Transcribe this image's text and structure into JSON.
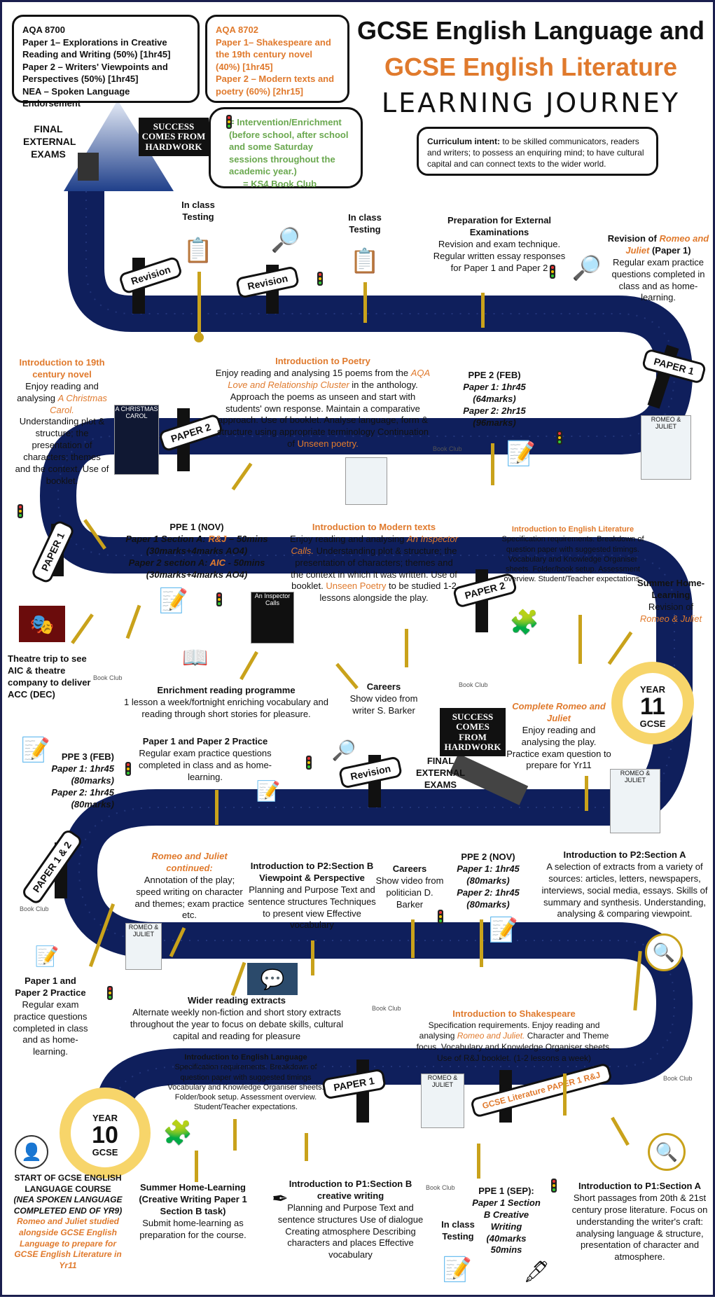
{
  "header": {
    "line1": "GCSE English Language and",
    "line2": "GCSE English Literature",
    "line3": "LEARNING JOURNEY"
  },
  "aqa_language": {
    "code": "AQA 8700",
    "p1": "Paper 1– Explorations in Creative Reading and Writing (50%) [1hr45]",
    "p2": "Paper 2 – Writers' Viewpoints and Perspectives (50%) [1hr45]",
    "nea": "NEA – Spoken Language Endorsement"
  },
  "aqa_literature": {
    "code": "AQA 8702",
    "p1": "Paper 1– Shakespeare and the 19th century novel (40%) [1hr45]",
    "p2": "Paper 2 – Modern texts and poetry (60%) [2hr15]"
  },
  "intervention": {
    "text": "= Intervention/Enrichment (before school, after school and some Saturday sessions throughout the academic year.)",
    "club": "= KS4 Book Club"
  },
  "curriculum": {
    "label": "Curriculum intent:",
    "text": "to be skilled communicators, readers and writers; to possess an enquiring mind; to have cultural capital and can connect texts to the wider world."
  },
  "motto": "SUCCESS COMES FROM HARDWORK",
  "book_club_label": "Book Club",
  "final_exams": "FINAL EXTERNAL EXAMS",
  "signs": {
    "revision": "Revision",
    "paper1": "PAPER 1",
    "paper2": "PAPER 2",
    "paper12": "PAPER 1 & 2",
    "lit_paper1": "GCSE Literature PAPER 1 R&J"
  },
  "year11": {
    "label": "YEAR",
    "num": "11",
    "sub": "GCSE"
  },
  "year10": {
    "label": "YEAR",
    "num": "10",
    "sub": "GCSE"
  },
  "row1": {
    "testing1": "In class Testing",
    "testing2": "In class Testing",
    "prep_title": "Preparation for External Examinations",
    "prep_body": "Revision and exam technique. Regular written essay responses for Paper 1 and Paper 2",
    "rj_title": "Revision of",
    "rj_title_or": "Romeo and Juliet",
    "rj_title_end": "(Paper 1)",
    "rj_body": "Regular exam practice questions completed in class and as home-learning."
  },
  "row2": {
    "novel_title": "Introduction to 19th century novel",
    "novel_body1": "Enjoy reading and analysing",
    "novel_book": "A Christmas Carol.",
    "novel_body2": "Understanding plot & structure; the presentation of characters; themes and the context. Use of booklet.",
    "poetry_title": "Introduction to Poetry",
    "poetry_body1": "Enjoy reading and analysing 15 poems from the",
    "poetry_cluster": "AQA Love and Relationship Cluster",
    "poetry_body2": "in the anthology. Approach the poems as unseen and start with students' own response. Maintain a comparative approach. Use of booklet. Analyse language, form & structure using appropriate terminology Continuation of",
    "poetry_unseen": "Unseen poetry.",
    "ppe2_title": "PPE 2 (FEB)",
    "ppe2_p1": "Paper 1: 1hr45 (64marks)",
    "ppe2_p2": "Paper 2: 2hr15 (96marks)"
  },
  "row3": {
    "ppe1_title": "PPE 1 (NOV)",
    "ppe1_a": "Paper 1 Section A:",
    "ppe1_a_or": "R&J",
    "ppe1_a_end": "– 50mins (30marks+4marks AO4)",
    "ppe1_b": "Paper 2 section A:",
    "ppe1_b_or": "AIC",
    "ppe1_b_end": "- 50mins (30marks+4marks AO4)",
    "modern_title": "Introduction to Modern texts",
    "modern_body1": "Enjoy reading and analysing",
    "modern_book": "An Inspector Calls.",
    "modern_body2": "Understanding plot & structure; the presentation of characters; themes and the context in which it was written. Use of booklet.",
    "modern_unseen": "Unseen Poetry",
    "modern_body3": "to be studied 1-2 lessons alongside the play.",
    "lit_title": "Introduction to English Literature",
    "lit_body": "Specification requirements. Breakdown of question paper with suggested timings. Vocabulary and Knowledge Organiser sheets. Folder/book setup. Assessment overview. Student/Teacher expectations.",
    "summer_title": "Summer Home-Learning",
    "summer_body": "Revision of",
    "summer_book": "Romeo & Juliet"
  },
  "row4": {
    "theatre": "Theatre trip to see AIC & theatre company to deliver ACC (DEC)",
    "enrich_title": "Enrichment reading programme",
    "enrich_body": "1 lesson a week/fortnight enriching vocabulary and reading through short stories for pleasure.",
    "careers_title": "Careers",
    "careers_body": "Show video from writer S. Barker",
    "complete_title": "Complete Romeo and Juliet",
    "complete_body": "Enjoy reading and analysing the play. Practice exam question to prepare for Yr11"
  },
  "row5": {
    "ppe3_title": "PPE 3 (FEB)",
    "ppe3_p1": "Paper 1: 1hr45 (80marks)",
    "ppe3_p2": "Paper 2: 1hr45 (80marks)",
    "practice_title": "Paper 1 and Paper 2 Practice",
    "practice_body": "Regular exam practice questions completed in class and as home-learning."
  },
  "row6": {
    "rj_title": "Romeo and Juliet continued:",
    "rj_body": "Annotation of the play; speed writing on character and themes; exam practice etc.",
    "p2b_title": "Introduction to P2:Section B Viewpoint & Perspective",
    "p2b_body": "Planning and Purpose Text and sentence structures Techniques to present view Effective vocabulary",
    "careers_title": "Careers",
    "careers_body": "Show video from politician D. Barker",
    "ppe2_title": "PPE 2 (NOV)",
    "ppe2_p1": "Paper 1: 1hr45 (80marks)",
    "ppe2_p2": "Paper 2: 1hr45 (80marks)",
    "p2a_title": "Introduction to P2:Section A",
    "p2a_body": "A selection of extracts from a variety of sources: articles, letters, newspapers, interviews, social media, essays. Skills of summary and synthesis. Understanding, analysing & comparing viewpoint."
  },
  "row7": {
    "practice_title": "Paper 1 and Paper 2 Practice",
    "practice_body": "Regular exam practice questions completed in class and as home-learning.",
    "wider_title": "Wider reading extracts",
    "wider_body": "Alternate weekly non-fiction and short story extracts throughout the year to focus on debate skills, cultural capital and reading for pleasure",
    "shakes_title": "Introduction to Shakespeare",
    "shakes_body1": "Specification requirements. Enjoy reading and analysing",
    "shakes_book": "Romeo and Juliet.",
    "shakes_body2": "Character and Theme focus. Vocabulary and Knowledge Organiser sheets. Use of R&J booklet. (1-2 lessons a week)",
    "lang_title": "Introduction to English Language",
    "lang_body": "Specification requirements. Breakdown of question paper with suggested timings Vocabulary and Knowledge Organiser sheets. Folder/book setup. Assessment overview. Student/Teacher expectations."
  },
  "row8": {
    "start_title": "START OF GCSE ENGLISH LANGUAGE COURSE",
    "start_nea": "(NEA SPOKEN LANGUAGE COMPLETED END OF YR9)",
    "start_rj": "Romeo and Juliet studied alongside GCSE English Language to prepare for GCSE English Literature in Yr11",
    "summer_title": "Summer Home-Learning (Creative Writing Paper 1 Section B task)",
    "summer_body": "Submit home-learning as preparation for the course.",
    "p1b_title": "Introduction to P1:Section B creative writing",
    "p1b_body": "Planning and Purpose Text and sentence structures Use of dialogue Creating atmosphere Describing characters and places Effective vocabulary",
    "testing": "In class Testing",
    "ppe1_title": "PPE 1 (SEP):",
    "ppe1_body": "Paper 1 Section B Creative Writing (40marks 50mins",
    "p1a_title": "Introduction to P1:Section A",
    "p1a_body": "Short passages from 20th & 21st century prose literature. Focus on understanding the writer's craft: analysing language & structure, presentation of character and atmosphere."
  },
  "covers": {
    "carol": "A CHRISTMAS CAROL",
    "inspector": "An Inspector Calls",
    "rj": "ROMEO & JULIET"
  },
  "colors": {
    "road": "#0f1f5c",
    "accent": "#e07a2d",
    "green": "#6aa84f",
    "pin": "#c9a21b",
    "ring": "#f7d56a"
  }
}
